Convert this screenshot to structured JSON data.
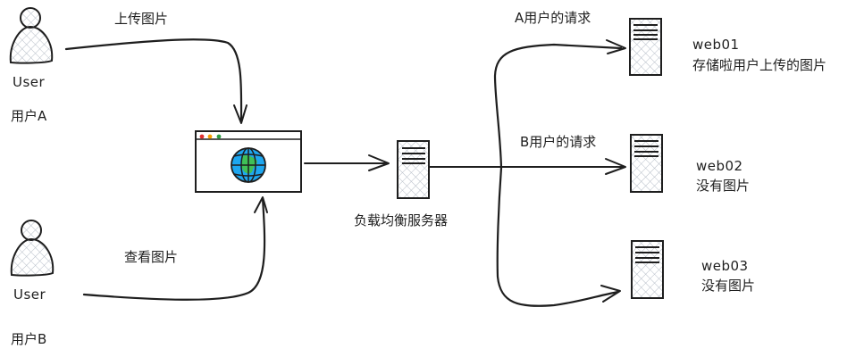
{
  "actors": [
    {
      "id": "user-a",
      "role": "User",
      "name": "用户A"
    },
    {
      "id": "user-b",
      "role": "User",
      "name": "用户B"
    }
  ],
  "edges": {
    "upload": "上传图片",
    "view": "查看图片",
    "to_web01": "A用户的请求",
    "to_web02": "B用户的请求"
  },
  "load_balancer": {
    "label": "负载均衡服务器"
  },
  "servers": [
    {
      "name": "web01",
      "note": "存储啦用户上传的图片"
    },
    {
      "name": "web02",
      "note": "没有图片"
    },
    {
      "name": "web03",
      "note": "没有图片"
    }
  ],
  "colors": {
    "stroke": "#1e1e1e",
    "hatch": "#b7bec8",
    "globe_ocean": "#1ea7f0",
    "globe_land": "#40c057",
    "dot_red": "#e03131",
    "dot_yellow": "#f59f00",
    "dot_green": "#2f9e44"
  }
}
